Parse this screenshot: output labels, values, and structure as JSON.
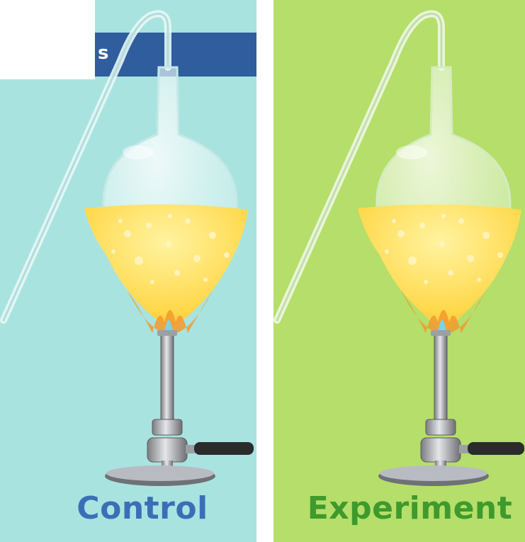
{
  "header": {
    "fragment": "s"
  },
  "panels": {
    "control": {
      "label": "Control"
    },
    "experiment": {
      "label": "Experiment"
    }
  },
  "colors": {
    "control_background": "#a9e3df",
    "experiment_background": "#b6de6a",
    "control_label": "#3a6fb7",
    "experiment_label": "#3e9a2c",
    "header_bar": "#2f5d9e",
    "broth": "#ffd84a",
    "flame": "#f29a2e"
  },
  "icons": [
    "swan-neck-flask-icon",
    "bunsen-burner-icon",
    "flame-icon"
  ]
}
